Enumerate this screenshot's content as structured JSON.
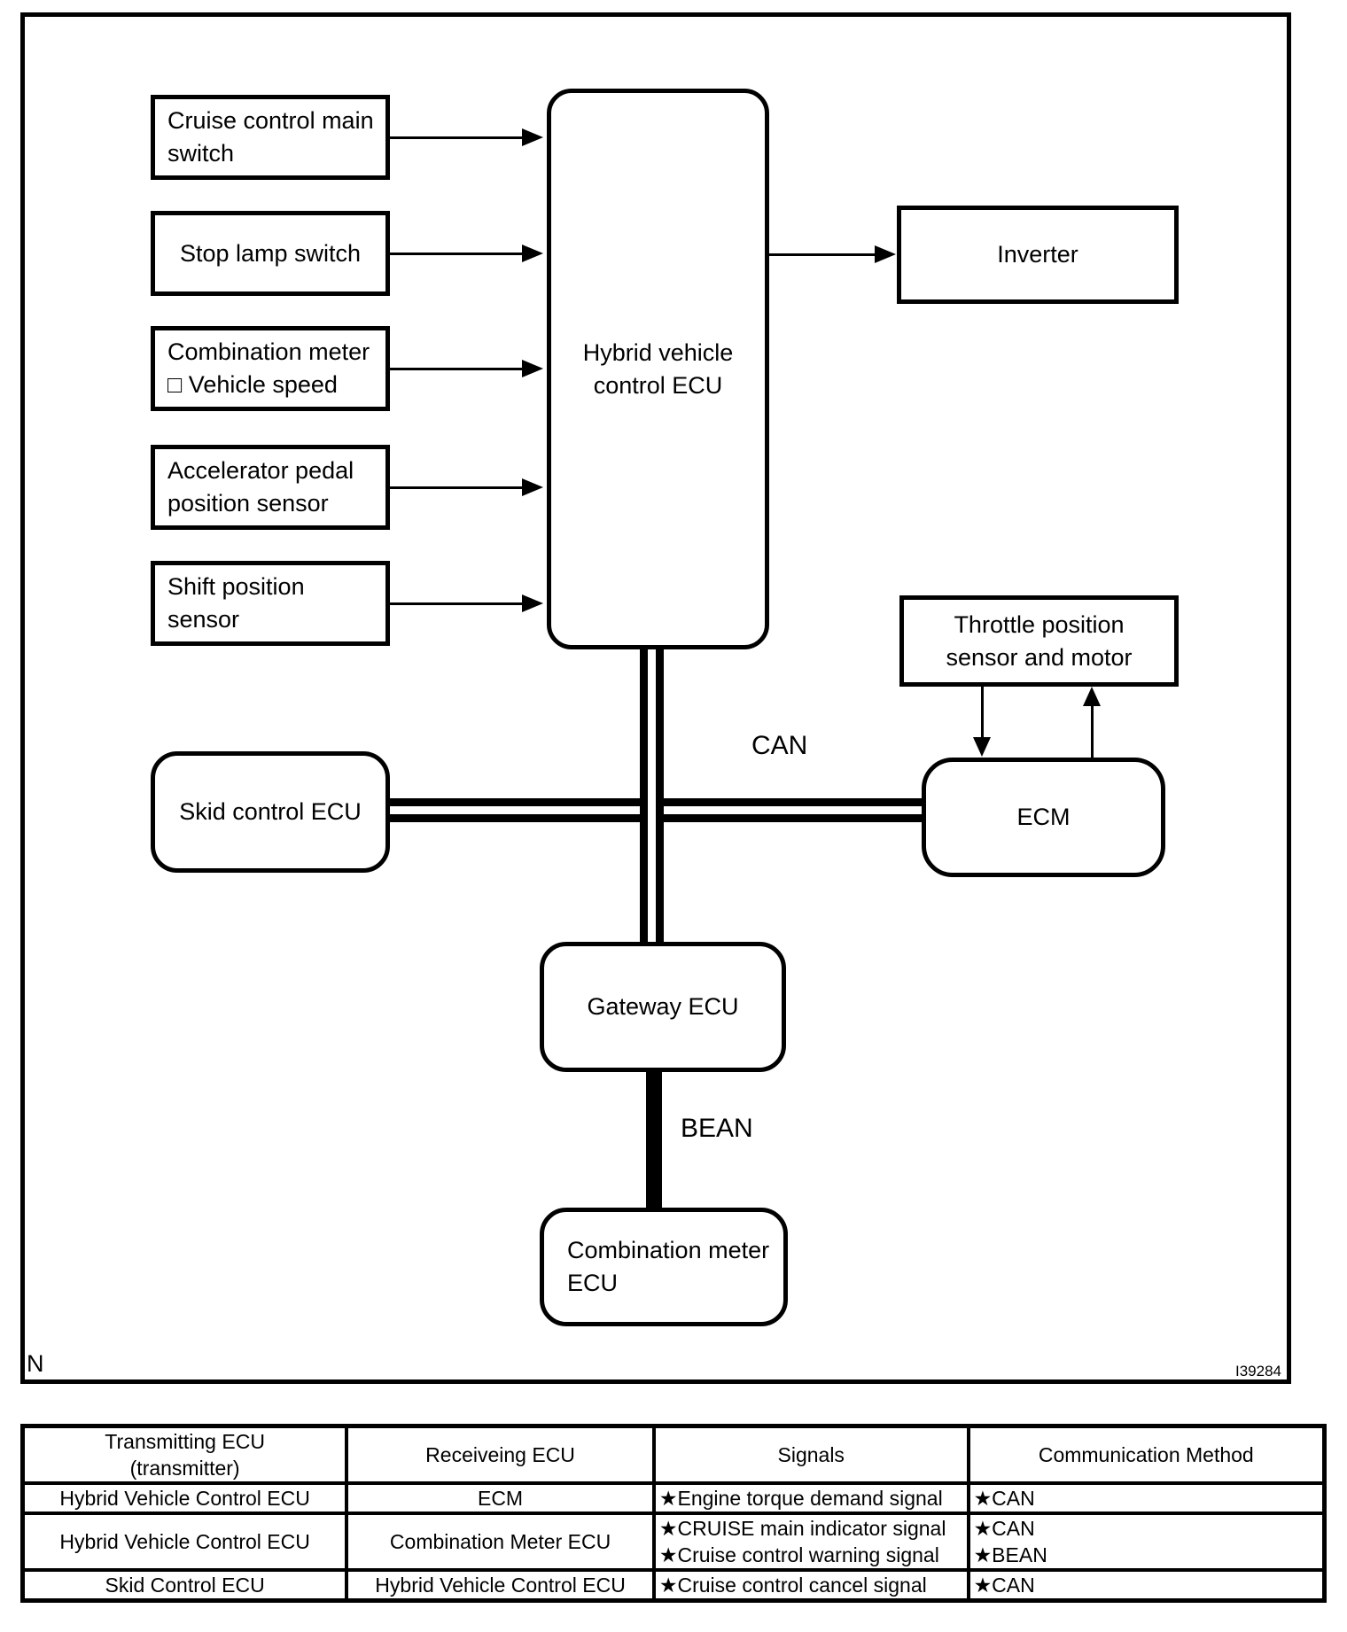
{
  "diagram": {
    "corner_label": "N",
    "figure_id": "I39284",
    "left_boxes": [
      {
        "lines": [
          "Cruise control main",
          "switch"
        ]
      },
      {
        "lines": [
          "Stop lamp switch"
        ]
      },
      {
        "lines": [
          "Combination meter",
          "□ Vehicle speed"
        ]
      },
      {
        "lines": [
          "Accelerator pedal",
          "position sensor"
        ]
      },
      {
        "lines": [
          "Shift position sensor"
        ]
      }
    ],
    "hybrid_ecu": {
      "lines": [
        "Hybrid vehicle",
        "control ECU"
      ]
    },
    "inverter_label": "Inverter",
    "throttle_box": {
      "lines": [
        "Throttle position",
        "sensor and motor"
      ]
    },
    "ecm_label": "ECM",
    "skid_label": "Skid control ECU",
    "gateway_label": "Gateway ECU",
    "comb_meter_ecu": {
      "lines": [
        "Combination meter",
        "ECU"
      ]
    },
    "bus_labels": {
      "can": "CAN",
      "bean": "BEAN"
    }
  },
  "table": {
    "headers": {
      "transmitting_line1": "Transmitting ECU",
      "transmitting_line2": "(transmitter)",
      "receiving": "Receiveing ECU",
      "signals": "Signals",
      "method": "Communication Method"
    },
    "rows": [
      {
        "transmitting": "Hybrid Vehicle Control ECU",
        "receiving": "ECM",
        "signals": [
          "★Engine torque demand signal"
        ],
        "methods": [
          "★CAN"
        ]
      },
      {
        "transmitting": "Hybrid Vehicle Control ECU",
        "receiving": "Combination Meter ECU",
        "signals": [
          "★CRUISE main indicator signal",
          "★Cruise control warning signal"
        ],
        "methods": [
          "★CAN",
          "★BEAN"
        ]
      },
      {
        "transmitting": "Skid Control ECU",
        "receiving": "Hybrid Vehicle Control ECU",
        "signals": [
          "★Cruise control cancel signal"
        ],
        "methods": [
          "★CAN"
        ]
      }
    ]
  },
  "colors": {
    "ink": "#000000",
    "paper": "#ffffff"
  }
}
